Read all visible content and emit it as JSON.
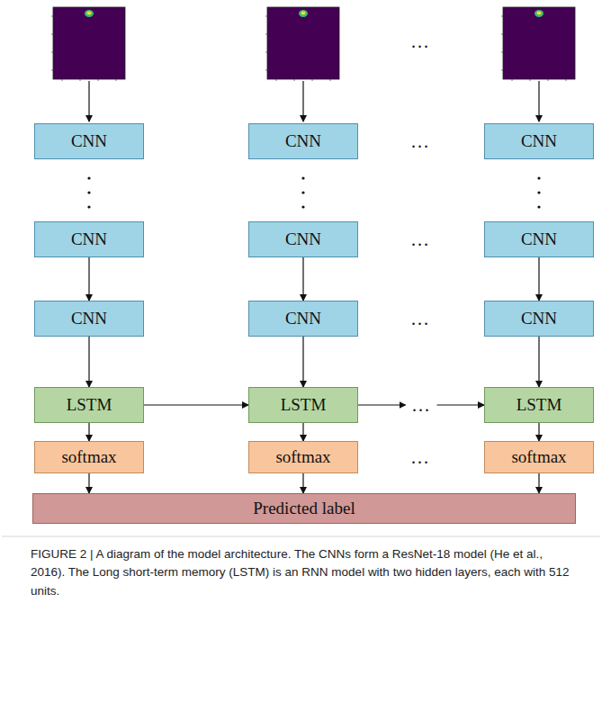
{
  "diagram": {
    "caption": "FIGURE 2 | A diagram of the model architecture. The CNNs form a ResNet-18 model (He et al., 2016). The Long short-term memory (LSTM) is an RNN model with two hidden layers, each with 512 units.",
    "nodes": [
      {
        "text": [
          "CNN"
        ]
      },
      {
        "text": [
          "CNN"
        ]
      },
      {
        "text": [
          "CNN"
        ]
      },
      {
        "text": [
          "CNN"
        ]
      },
      {
        "text": [
          "CNN"
        ]
      },
      {
        "text": [
          "CNN"
        ]
      },
      {
        "text": [
          "CNN"
        ]
      },
      {
        "text": [
          "CNN"
        ]
      },
      {
        "text": [
          "CNN"
        ]
      },
      {
        "text": [
          "LSTM"
        ]
      },
      {
        "text": [
          "LSTM"
        ]
      },
      {
        "text": [
          "LSTM"
        ]
      },
      {
        "text": [
          "softmax"
        ]
      },
      {
        "text": [
          "softmax"
        ]
      },
      {
        "text": [
          "softmax"
        ]
      },
      {
        "text": [
          "Predicted label"
        ]
      }
    ],
    "edges": [
      {
        "from": 3,
        "to": 6,
        "arrow": "to"
      },
      {
        "from": 4,
        "to": 7,
        "arrow": "to"
      },
      {
        "from": 5,
        "to": 8,
        "arrow": "to"
      },
      {
        "from": 6,
        "to": 9,
        "arrow": "to"
      },
      {
        "from": 7,
        "to": 10,
        "arrow": "to"
      },
      {
        "from": 8,
        "to": 11,
        "arrow": "to"
      },
      {
        "from": 9,
        "to": 12,
        "arrow": "to"
      },
      {
        "from": 10,
        "to": 13,
        "arrow": "to"
      },
      {
        "from": 11,
        "to": 14,
        "arrow": "to"
      },
      {
        "from": 12,
        "to": 15,
        "arrow": "to"
      },
      {
        "from": 13,
        "to": 15,
        "arrow": "to"
      },
      {
        "from": 14,
        "to": 15,
        "arrow": "to"
      },
      {
        "from": 9,
        "to": 10,
        "arrow": "to"
      },
      {
        "from": 10,
        "to": 11,
        "label": "...",
        "arrow": "to"
      }
    ],
    "labels": [
      "...",
      "...",
      "...",
      "...",
      "..."
    ]
  }
}
